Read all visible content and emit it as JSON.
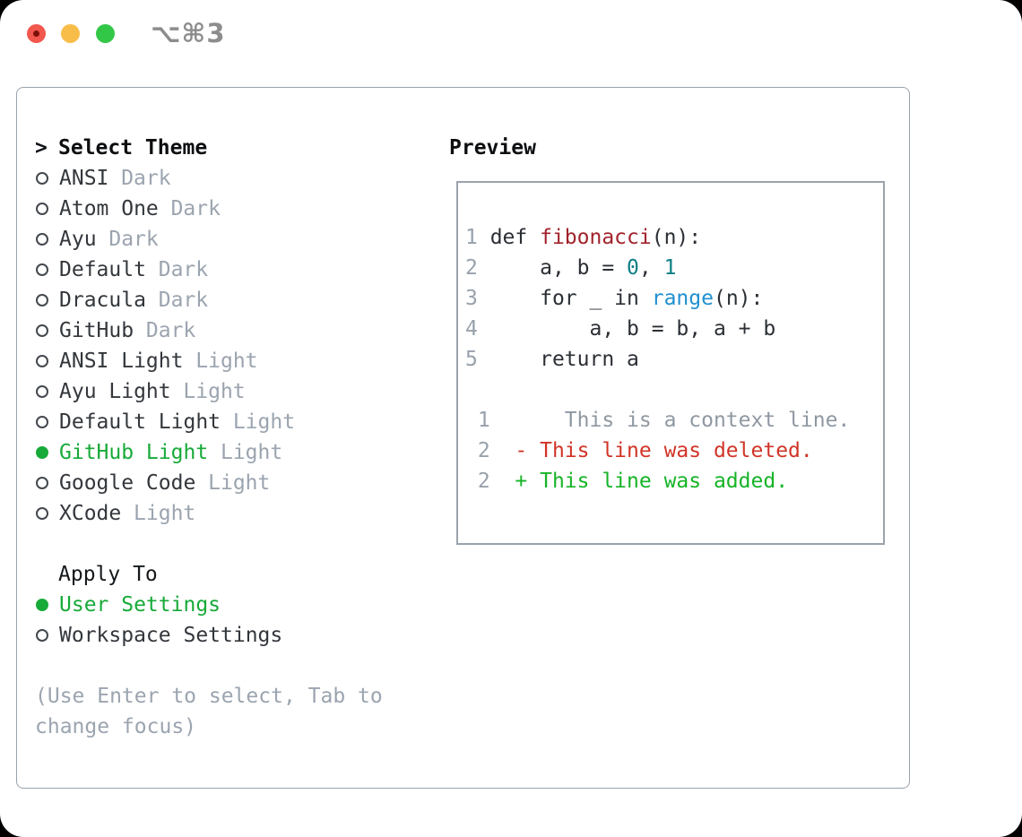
{
  "window": {
    "title": "⌥⌘3",
    "traffic_lights": {
      "close": "red-with-dot",
      "minimize": "yellow",
      "zoom": "green"
    }
  },
  "picker": {
    "prompt_marker": ">",
    "title": "Select Theme",
    "themes": [
      {
        "name": "ANSI",
        "tag": "Dark",
        "selected": false
      },
      {
        "name": "Atom One",
        "tag": "Dark",
        "selected": false
      },
      {
        "name": "Ayu",
        "tag": "Dark",
        "selected": false
      },
      {
        "name": "Default",
        "tag": "Dark",
        "selected": false
      },
      {
        "name": "Dracula",
        "tag": "Dark",
        "selected": false
      },
      {
        "name": "GitHub",
        "tag": "Dark",
        "selected": false
      },
      {
        "name": "ANSI Light",
        "tag": "Light",
        "selected": false
      },
      {
        "name": "Ayu Light",
        "tag": "Light",
        "selected": false
      },
      {
        "name": "Default Light",
        "tag": "Light",
        "selected": false
      },
      {
        "name": "GitHub Light",
        "tag": "Light",
        "selected": true
      },
      {
        "name": "Google Code",
        "tag": "Light",
        "selected": false
      },
      {
        "name": "XCode",
        "tag": "Light",
        "selected": false
      }
    ],
    "apply_to_title": "Apply To",
    "apply_options": [
      {
        "name": "User Settings",
        "selected": true
      },
      {
        "name": "Workspace Settings",
        "selected": false
      }
    ],
    "hint_lines": [
      "(Use Enter to select, Tab to",
      "change focus)"
    ]
  },
  "preview": {
    "title": "Preview",
    "lines": [
      [
        {
          "t": "1 ",
          "c": "ln"
        },
        {
          "t": "def ",
          "c": "code"
        },
        {
          "t": "fibonacci",
          "c": "fn"
        },
        {
          "t": "(n):",
          "c": "code"
        }
      ],
      [
        {
          "t": "2 ",
          "c": "ln"
        },
        {
          "t": "    a, b = ",
          "c": "code"
        },
        {
          "t": "0",
          "c": "num"
        },
        {
          "t": ", ",
          "c": "code"
        },
        {
          "t": "1",
          "c": "num"
        }
      ],
      [
        {
          "t": "3 ",
          "c": "ln"
        },
        {
          "t": "    for _ in ",
          "c": "code"
        },
        {
          "t": "range",
          "c": "builtin"
        },
        {
          "t": "(n):",
          "c": "code"
        }
      ],
      [
        {
          "t": "4 ",
          "c": "ln"
        },
        {
          "t": "        a, b = b, a + b",
          "c": "code"
        }
      ],
      [
        {
          "t": "5 ",
          "c": "ln"
        },
        {
          "t": "    return a",
          "c": "code"
        }
      ],
      [],
      [
        {
          "t": " 1",
          "c": "ln"
        },
        {
          "t": "      This is a context line.",
          "c": "ctx"
        }
      ],
      [
        {
          "t": " 2",
          "c": "ln"
        },
        {
          "t": "  - This line was deleted.",
          "c": "del"
        }
      ],
      [
        {
          "t": " 2",
          "c": "ln"
        },
        {
          "t": "  + This line was added.",
          "c": "add"
        }
      ]
    ],
    "colors": {
      "selected_green": "#17aa38",
      "function_red": "#a1232b",
      "number_teal": "#0e7e84",
      "builtin_blue": "#2090cf",
      "diff_deleted_red": "#d13427",
      "diff_added_green": "#16b427",
      "muted_gray": "#9ba4af"
    }
  }
}
